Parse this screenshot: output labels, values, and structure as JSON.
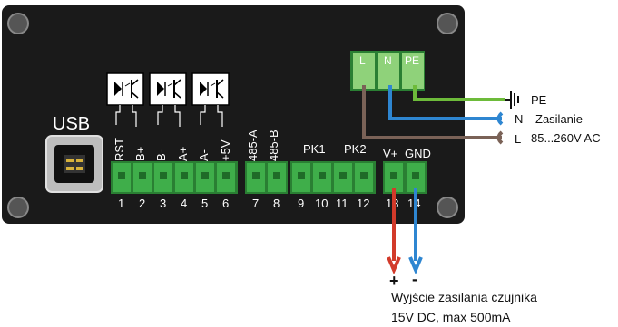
{
  "usb": {
    "label": "USB"
  },
  "left_terminals": [
    {
      "number": "1",
      "signal": "RST"
    },
    {
      "number": "2",
      "signal": "B+"
    },
    {
      "number": "3",
      "signal": "B-"
    },
    {
      "number": "4",
      "signal": "A+"
    },
    {
      "number": "5",
      "signal": "A-"
    },
    {
      "number": "6",
      "signal": "+5V"
    },
    {
      "number": "7",
      "signal": "485-A"
    },
    {
      "number": "8",
      "signal": "485-B"
    }
  ],
  "relay_group": {
    "label": "PK1",
    "numbers": [
      "9",
      "10"
    ]
  },
  "relay_group2": {
    "label": "PK2",
    "numbers": [
      "11",
      "12"
    ]
  },
  "power_out_terminals": [
    {
      "number": "13",
      "signal": "V+"
    },
    {
      "number": "14",
      "signal": "GND"
    }
  ],
  "mains_terminals": [
    {
      "code": "L"
    },
    {
      "code": "N"
    },
    {
      "code": "PE"
    }
  ],
  "wire_colors": {
    "L": "#7a6257",
    "N": "#2e86d1",
    "PE": "#6dbb3a",
    "plus": "#d23a2a",
    "minus": "#2e86d1"
  },
  "external": {
    "pe_label": "PE",
    "n_label": "N",
    "l_label": "L",
    "supply_title": "Zasilanie",
    "supply_range": "85...260V AC",
    "plus_sign": "+",
    "minus_sign": "-",
    "output_line1": "Wyjście zasilania czujnika",
    "output_line2": "15V DC, max 500mA"
  },
  "colors": {
    "panel": "#1a1a1a",
    "terminal": "#3fae4a",
    "terminal_dark": "#2a7f33"
  }
}
